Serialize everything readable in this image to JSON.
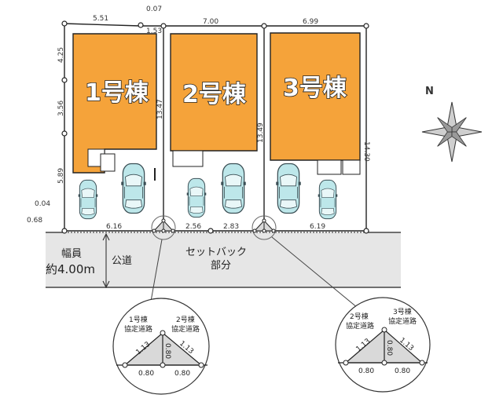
{
  "colors": {
    "house_fill": "#f5a33a",
    "house_stroke": "#222222",
    "road_fill": "#e6e6e6",
    "lot_line": "#222222",
    "car_fill": "#bde7ea",
    "detail_triangle": "#d9d9d9"
  },
  "houses": [
    {
      "label": "1号棟"
    },
    {
      "label": "2号棟"
    },
    {
      "label": "3号棟"
    }
  ],
  "dimensions": {
    "top_lot1": "5.51",
    "top_small": "0.07",
    "top_small2": "1.53",
    "top_lot2": "7.00",
    "top_lot3": "6.99",
    "left_upper": "4.25",
    "left_middle": "3.56",
    "left_lower": "5.89",
    "divider1": "13.47",
    "divider2": "13.49",
    "right_side": "14.30",
    "bottom_lot1": "6.16",
    "bottom_lot2a": "2.56",
    "bottom_lot2b": "2.83",
    "bottom_lot3": "6.19",
    "corner_a": "0.04",
    "corner_b": "0.68"
  },
  "road": {
    "width_label_line1": "幅員",
    "width_label_line2": "約4.00m",
    "road_name": "公道",
    "setback_line1": "セットバック",
    "setback_line2": "部分"
  },
  "compass": {
    "north_label": "N"
  },
  "details": [
    {
      "left_title_line1": "1号棟",
      "left_title_line2": "協定道路",
      "right_title_line1": "2号棟",
      "right_title_line2": "協定道路",
      "diag_left": "1.13",
      "diag_right": "1.13",
      "vertical": "0.80",
      "bottom_left": "0.80",
      "bottom_right": "0.80"
    },
    {
      "left_title_line1": "2号棟",
      "left_title_line2": "協定道路",
      "right_title_line1": "3号棟",
      "right_title_line2": "協定道路",
      "diag_left": "1.13",
      "diag_right": "1.13",
      "vertical": "0.80",
      "bottom_left": "0.80",
      "bottom_right": "0.80"
    }
  ]
}
